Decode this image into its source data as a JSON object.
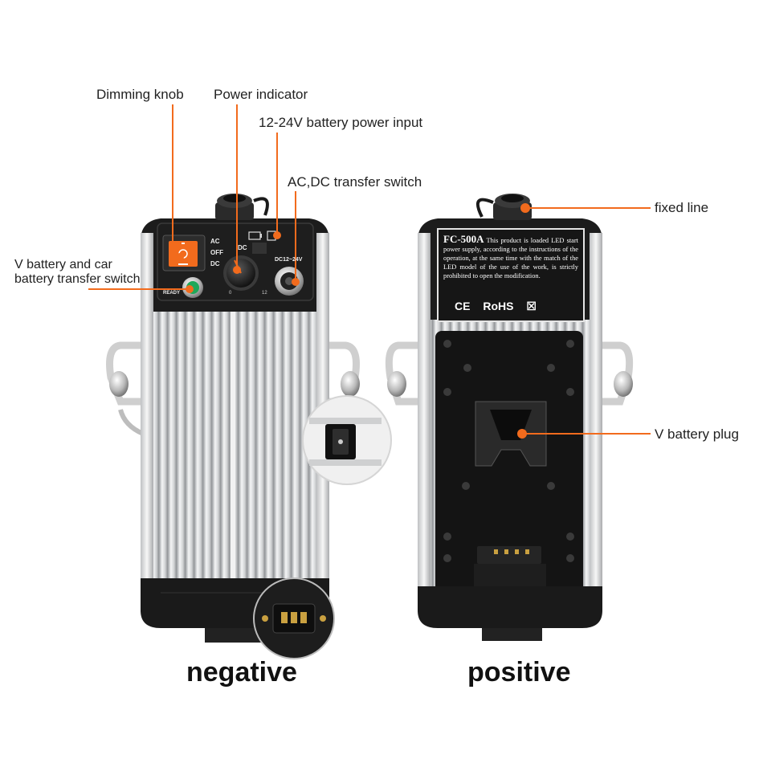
{
  "callouts": {
    "dimming_knob": "Dimming knob",
    "power_indicator": "Power indicator",
    "battery_input": "12-24V battery power input",
    "ac_dc_switch": "AC,DC transfer switch",
    "v_battery_car_switch_line1": "V battery and car",
    "v_battery_car_switch_line2": "battery transfer switch",
    "fixed_line": "fixed line",
    "v_battery_plug": "V battery plug"
  },
  "captions": {
    "left": "negative",
    "right": "positive"
  },
  "control_panel": {
    "switch_labels": [
      "AC",
      "OFF",
      "DC"
    ],
    "dc_label": "DC",
    "dc_input_label": "DC12~24V",
    "ready_label": "READY",
    "knob_min": "0",
    "knob_max": "12"
  },
  "nameplate": {
    "model": "FC-500A",
    "text": "This product is loaded LED start power supply, according to the instructions of the operation, at the same time with the match of the LED model of the use of the work, is strictly prohibited to open the modification.",
    "cert_ce": "CE",
    "cert_rohs": "RoHS"
  },
  "colors": {
    "accent_orange": "#f26b1d",
    "housing_black": "#1b1b1b",
    "aluminum": "#d9dadb"
  }
}
